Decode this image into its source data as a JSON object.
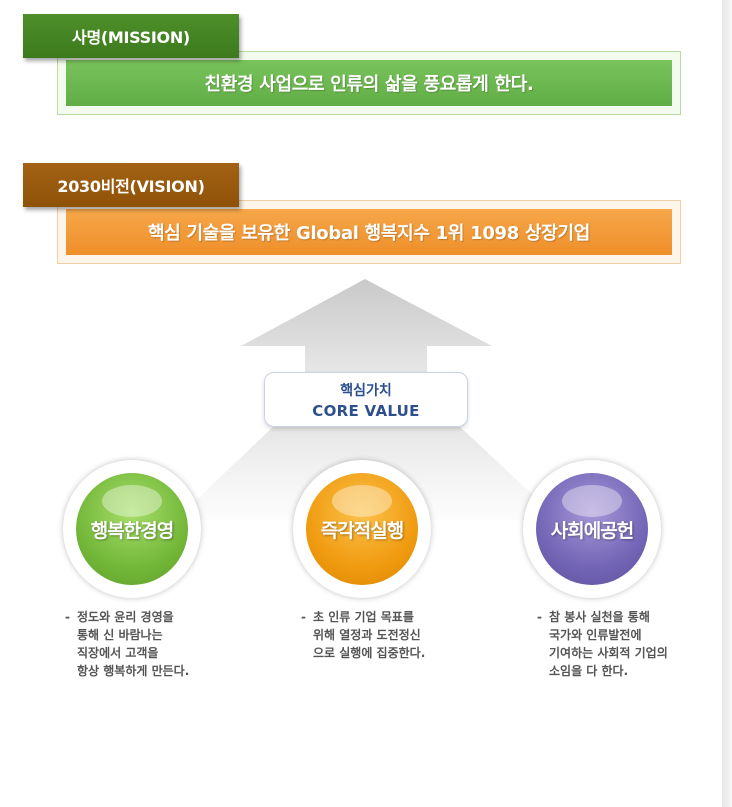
{
  "mission": {
    "label": "사명(MISSION)",
    "statement": "친환경 사업으로 인류의 삶을 풍요롭게 한다."
  },
  "vision": {
    "label": "2030비전(VISION)",
    "statement": "핵심 기술을 보유한 Global 행복지수 1위 1098 상장기업"
  },
  "core_value": {
    "title": "핵심가치",
    "subtitle": "CORE VALUE"
  },
  "values": [
    {
      "name": "행복한경영",
      "color": "#74b83a",
      "lines": [
        "정도와 윤리 경영을",
        "통해 신 바람나는",
        "직장에서 고객을",
        "항상 행복하게 만든다."
      ]
    },
    {
      "name": "즉각적실행",
      "color": "#f09b10",
      "lines": [
        "초 인류 기업 목표를",
        "위해 열정과 도전정신",
        "으로 실행에 집중한다."
      ]
    },
    {
      "name": "사회에공헌",
      "color": "#7466b6",
      "lines": [
        "참 봉사 실천을 통해",
        "국가와 인류발전에",
        "기여하는 사회적 기업의",
        "소임을 다 한다."
      ]
    }
  ],
  "dash": "-"
}
